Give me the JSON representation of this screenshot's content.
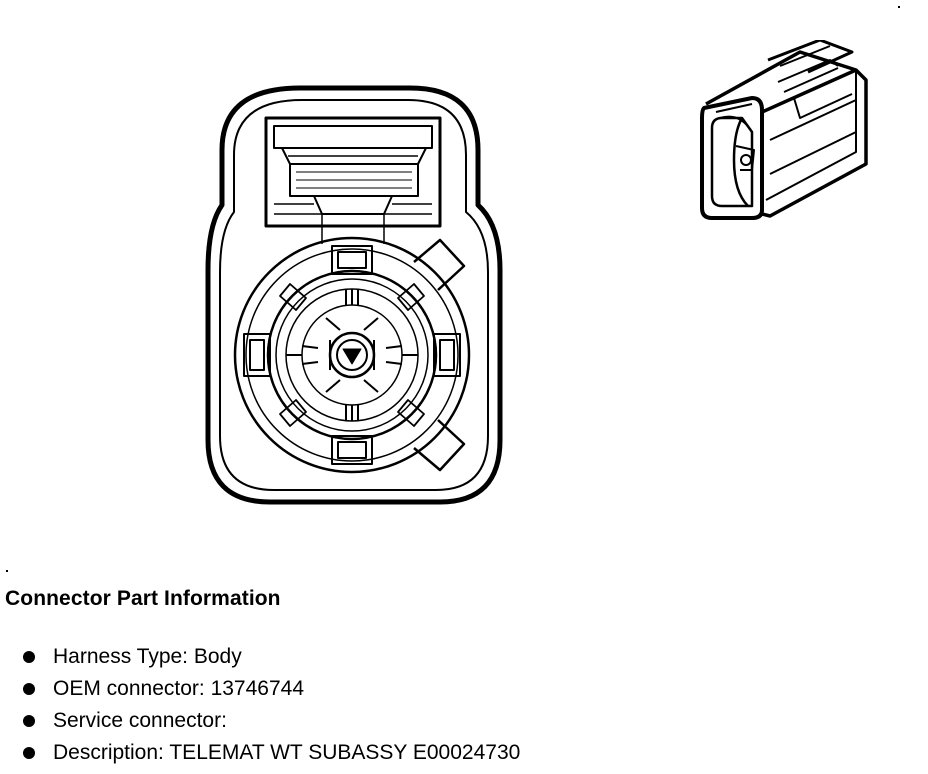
{
  "section": {
    "title": "Connector Part Information"
  },
  "info": {
    "items": [
      {
        "label": "Harness Type:",
        "value": "Body"
      },
      {
        "label": "OEM connector:",
        "value": "13746744"
      },
      {
        "label": "Service connector:",
        "value": ""
      },
      {
        "label": "Description:",
        "value": "TELEMAT WT SUBASSY E00024730"
      }
    ]
  },
  "icons": {
    "main_view": "connector-face-view-icon",
    "iso_view": "connector-isometric-icon",
    "bullet": "filled-circle-bullet"
  },
  "colors": {
    "line": "#000000",
    "background": "#ffffff"
  }
}
